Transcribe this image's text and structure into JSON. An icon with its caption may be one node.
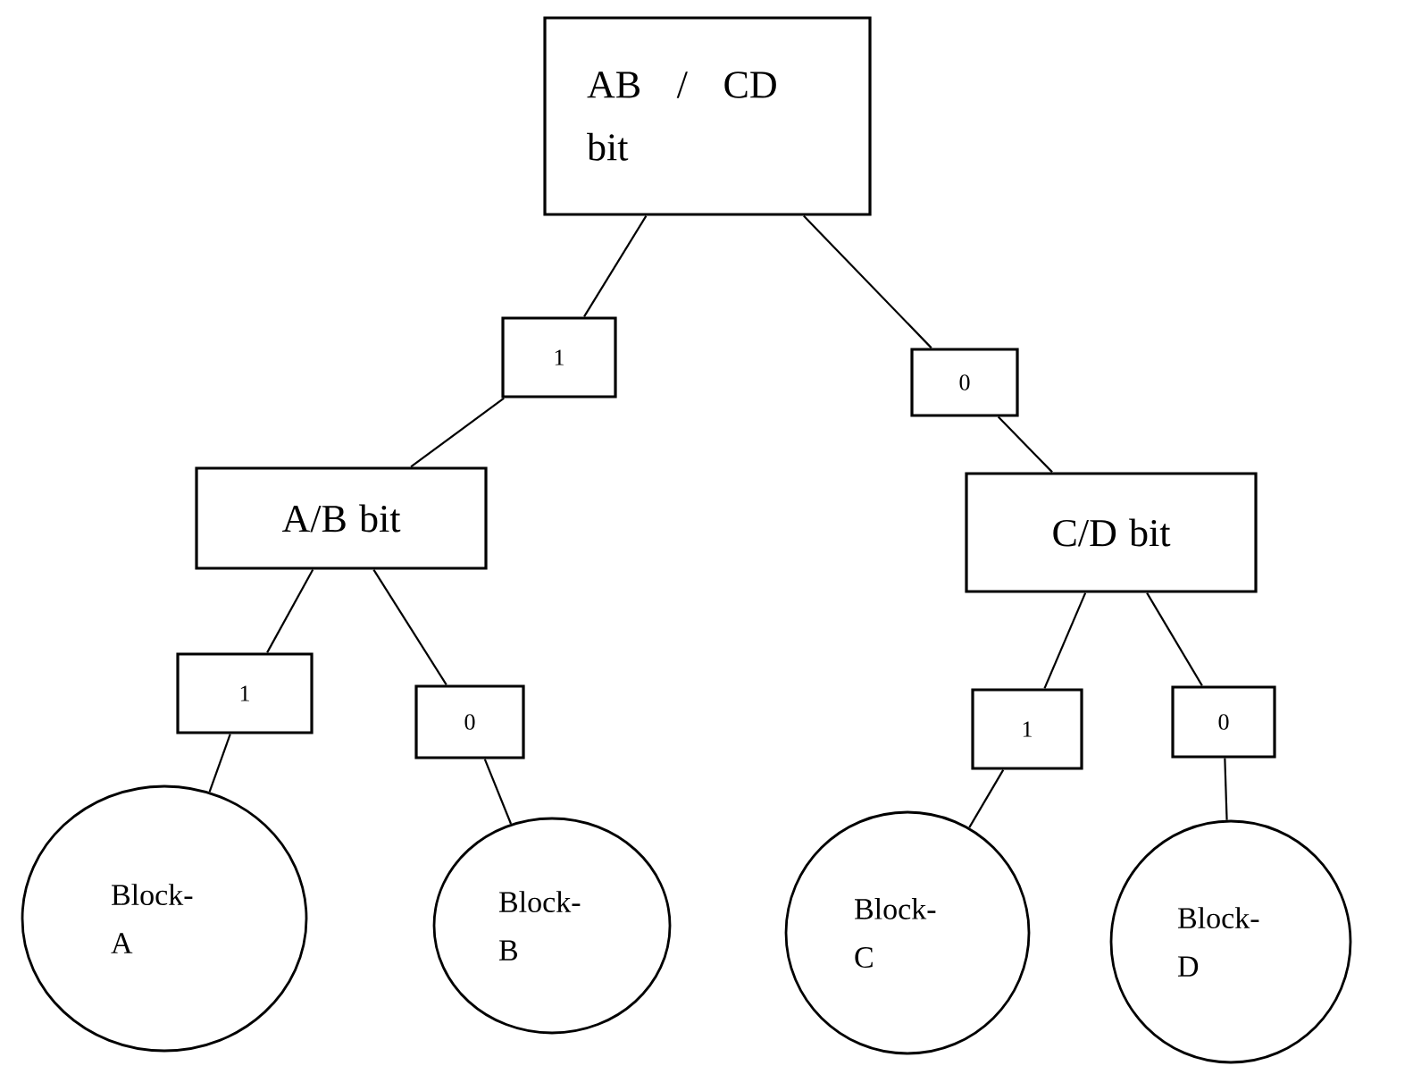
{
  "diagram": {
    "nodes": [
      {
        "text": [
          "AB / CD bit"
        ]
      },
      {
        "text": [
          "1"
        ]
      },
      {
        "text": [
          "0"
        ]
      },
      {
        "text": [
          "A/B bit"
        ]
      },
      {
        "text": [
          "C/D bit"
        ]
      },
      {
        "text": [
          "1"
        ]
      },
      {
        "text": [
          "0"
        ]
      },
      {
        "text": [
          "1"
        ]
      },
      {
        "text": [
          "0"
        ]
      },
      {
        "text": [
          "Block- A"
        ]
      },
      {
        "text": [
          "Block- B"
        ]
      },
      {
        "text": [
          "Block- C"
        ]
      },
      {
        "text": [
          "Block- D"
        ]
      }
    ],
    "edges": [
      {
        "from": 0,
        "to": 1,
        "arrow": "none"
      },
      {
        "from": 1,
        "to": 3,
        "arrow": "none"
      },
      {
        "from": 0,
        "to": 2,
        "arrow": "none"
      },
      {
        "from": 2,
        "to": 4,
        "arrow": "none"
      },
      {
        "from": 3,
        "to": 5,
        "arrow": "none"
      },
      {
        "from": 5,
        "to": 9,
        "arrow": "none"
      },
      {
        "from": 3,
        "to": 6,
        "arrow": "none"
      },
      {
        "from": 6,
        "to": 10,
        "arrow": "none"
      },
      {
        "from": 4,
        "to": 7,
        "arrow": "none"
      },
      {
        "from": 7,
        "to": 11,
        "arrow": "none"
      },
      {
        "from": 4,
        "to": 8,
        "arrow": "none"
      },
      {
        "from": 8,
        "to": 12,
        "arrow": "none"
      }
    ]
  }
}
